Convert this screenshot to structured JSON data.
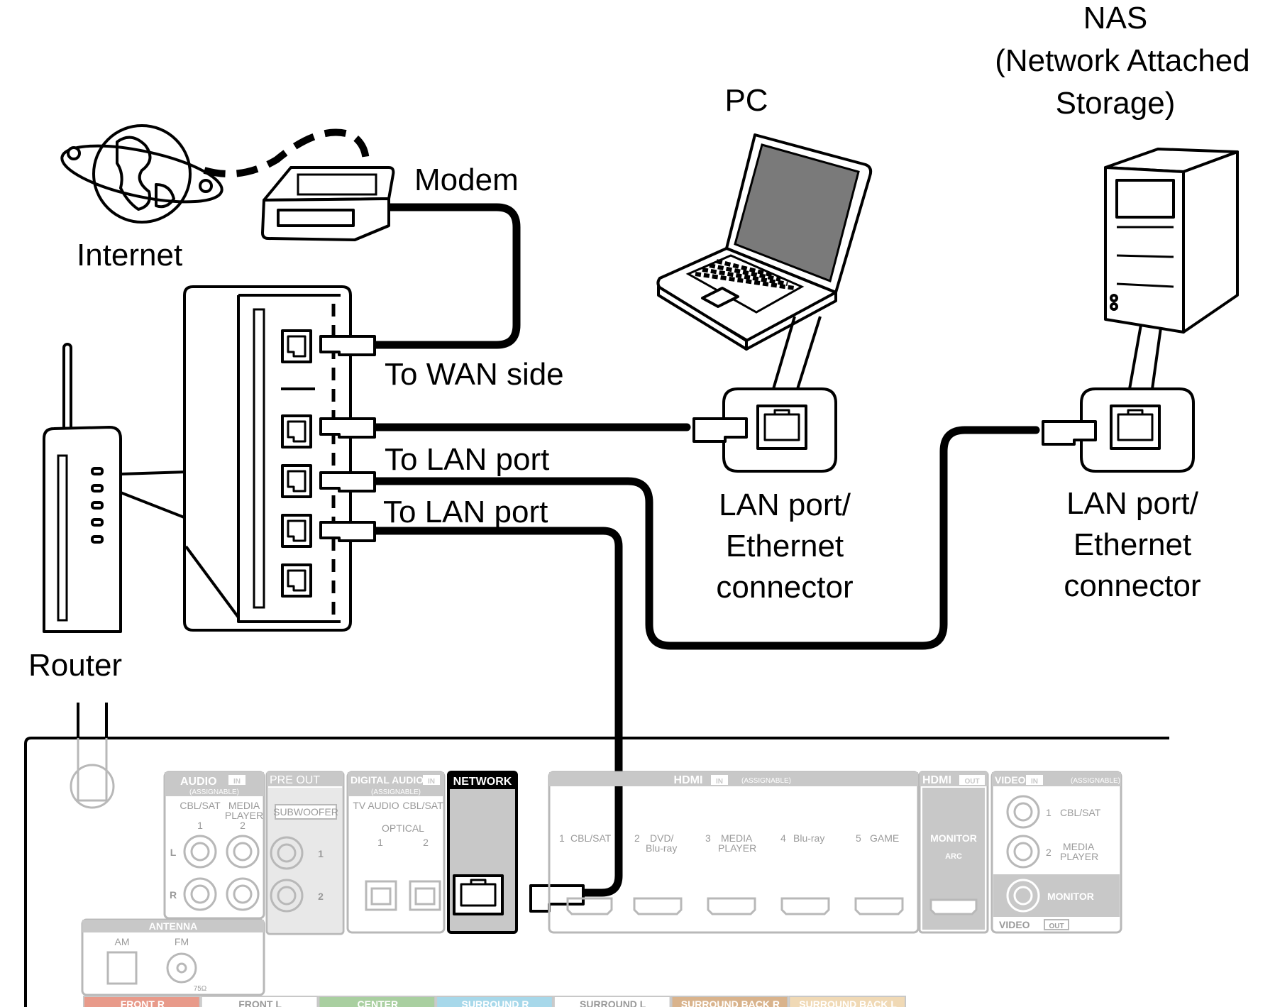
{
  "labels": {
    "nas_line1": "NAS",
    "nas_line2": "(Network Attached",
    "nas_line3": "Storage)",
    "pc": "PC",
    "modem": "Modem",
    "internet": "Internet",
    "router": "Router",
    "to_wan": "To WAN side",
    "to_lan_1": "To LAN port",
    "to_lan_2": "To LAN port",
    "pc_port_1": "LAN port/",
    "pc_port_2": "Ethernet",
    "pc_port_3": "connector",
    "nas_port_1": "LAN port/",
    "nas_port_2": "Ethernet",
    "nas_port_3": "connector"
  },
  "panel": {
    "audio_in": "AUDIO",
    "in_tag": "IN",
    "assignable": "(ASSIGNABLE)",
    "cbl_sat": "CBL/SAT",
    "media": "MEDIA",
    "player": "PLAYER",
    "one": "1",
    "two": "2",
    "ch_l": "L",
    "ch_r": "R",
    "pre_out": "PRE OUT",
    "subwoofer": "SUBWOOFER",
    "digital_audio": "DIGITAL AUDIO",
    "tv_audio": "TV AUDIO",
    "cbl_sat_2": "CBL/SAT",
    "optical": "OPTICAL",
    "network": "NETWORK",
    "hdmi": "HDMI",
    "assignable_hdmi": "(ASSIGNABLE)",
    "hdmi_in": [
      {
        "num": "1",
        "name": "CBL/SAT",
        "name2": ""
      },
      {
        "num": "2",
        "name": "DVD/",
        "name2": "Blu-ray"
      },
      {
        "num": "3",
        "name": "MEDIA",
        "name2": "PLAYER"
      },
      {
        "num": "4",
        "name": "Blu-ray",
        "name2": ""
      },
      {
        "num": "5",
        "name": "GAME",
        "name2": ""
      }
    ],
    "hdmi_out": "HDMI",
    "out_tag": "OUT",
    "monitor": "MONITOR",
    "arc": "ARC",
    "video": "VIDEO",
    "assignable_video": "(ASSIGNABLE)",
    "video_1": "CBL/SAT",
    "video_2a": "MEDIA",
    "video_2b": "PLAYER",
    "video_monitor": "MONITOR",
    "video_out": "VIDEO",
    "antenna": "ANTENNA",
    "am": "AM",
    "fm": "FM",
    "ohm": "75Ω",
    "speakers": [
      {
        "label": "FRONT",
        "side": "R",
        "color": "#e89a8a"
      },
      {
        "label": "FRONT",
        "side": "L",
        "color": "#ffffff"
      },
      {
        "label": "CENTER",
        "side": "",
        "color": "#a9cfa0"
      },
      {
        "label": "SURROUND",
        "side": "R",
        "color": "#a7d8ea"
      },
      {
        "label": "SURROUND",
        "side": "L",
        "color": "#ffffff"
      },
      {
        "label": "SURROUND BACK",
        "side": "R",
        "color": "#d9b38c"
      },
      {
        "label": "SURROUND BACK",
        "side": "L",
        "color": "#f0d9b5"
      }
    ]
  }
}
